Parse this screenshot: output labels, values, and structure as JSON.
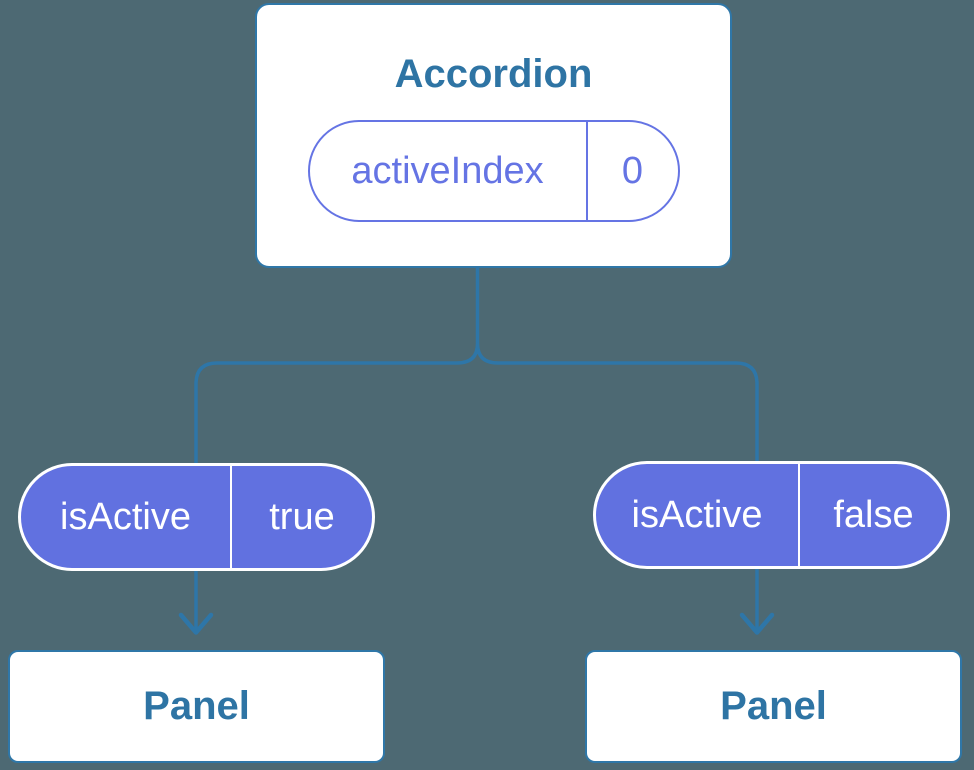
{
  "colors": {
    "background": "#4d6973",
    "line_blue": "#2e76a8",
    "node_border_blue": "#2f77a8",
    "node_text_blue": "#2e74a4",
    "pill_purple": "#6171e0",
    "pill_purple_border": "#6574e4",
    "pill_text_white": "#ffffff",
    "node_fill_white": "#ffffff"
  },
  "root_component": {
    "title": "Accordion",
    "state_pill": {
      "name": "activeIndex",
      "value": "0"
    }
  },
  "panels": [
    {
      "prop_pill": {
        "name": "isActive",
        "value": "true"
      },
      "title": "Panel"
    },
    {
      "prop_pill": {
        "name": "isActive",
        "value": "false"
      },
      "title": "Panel"
    }
  ]
}
